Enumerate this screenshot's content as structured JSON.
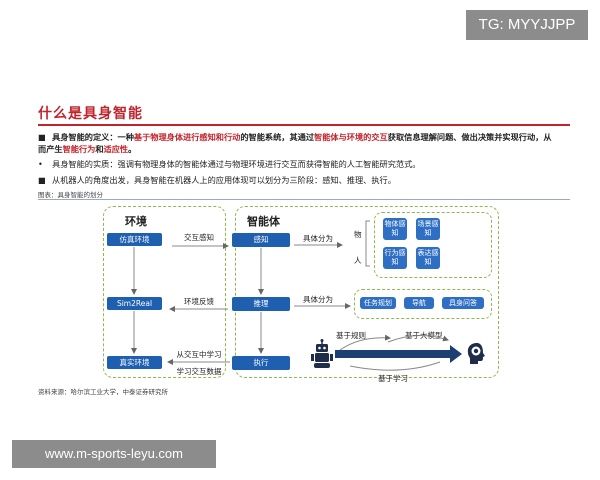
{
  "watermark_top": "TG: MYYJJPP",
  "watermark_bottom": "www.m-sports-leyu.com",
  "title": "什么是具身智能",
  "bullets": [
    {
      "marker": "■",
      "parts": [
        {
          "text": "具身智能的定义：一种",
          "style": "bold"
        },
        {
          "text": "基于物理身体进行感知和行动",
          "style": "hl"
        },
        {
          "text": "的智能系统，其通过",
          "style": "bold"
        },
        {
          "text": "智能体与环境的交互",
          "style": "hl"
        },
        {
          "text": "获取信息理解问题、做出决策并实现行动，从而产生",
          "style": "bold"
        },
        {
          "text": "智能行为",
          "style": "hl"
        },
        {
          "text": "和",
          "style": "bold"
        },
        {
          "text": "适应性",
          "style": "hl"
        },
        {
          "text": "。",
          "style": "bold"
        }
      ]
    },
    {
      "marker": "•",
      "parts": [
        {
          "text": "具身智能的实质：强调有物理身体的智能体通过与物理环境进行交互而获得智能的人工智能研究范式。",
          "style": "normal"
        }
      ]
    },
    {
      "marker": "■",
      "parts": [
        {
          "text": "从机器人的角度出发，具身智能在机器人上的应用体现可以划分为三阶段：感知、推理、执行。",
          "style": "normal"
        }
      ]
    }
  ],
  "caption": "图表：具身智能的划分",
  "source": "资料来源：哈尔滨工业大学，中泰证券研究所",
  "diagram": {
    "env_header": "环境",
    "env_nodes": [
      "仿真环境",
      "Sim2Real",
      "真实环境"
    ],
    "mid_labels": [
      "交互感知",
      "环境反馈",
      "从交互中学习",
      "学习交互数据"
    ],
    "agent_header": "智能体",
    "agent_nodes": [
      "感知",
      "推理",
      "执行"
    ],
    "divide_label_1": "具体分为",
    "divide_label_2": "具体分为",
    "perception_groups": [
      "物",
      "人"
    ],
    "perception_boxes": [
      "物体感知",
      "场景感知",
      "行为感知",
      "表达感知"
    ],
    "reasoning_tasks": [
      "任务规划",
      "导航",
      "具身问答"
    ],
    "exec_labels": [
      "基于规则",
      "基于大模型",
      "基于学习"
    ],
    "icons": [
      "robot-icon",
      "brain-head-icon"
    ],
    "colors": {
      "accent_red": "#c0242c",
      "node_blue": "#1f5fb0",
      "dashed_green": "#8fb94a",
      "arrow_navy": "#1d3e73"
    }
  }
}
